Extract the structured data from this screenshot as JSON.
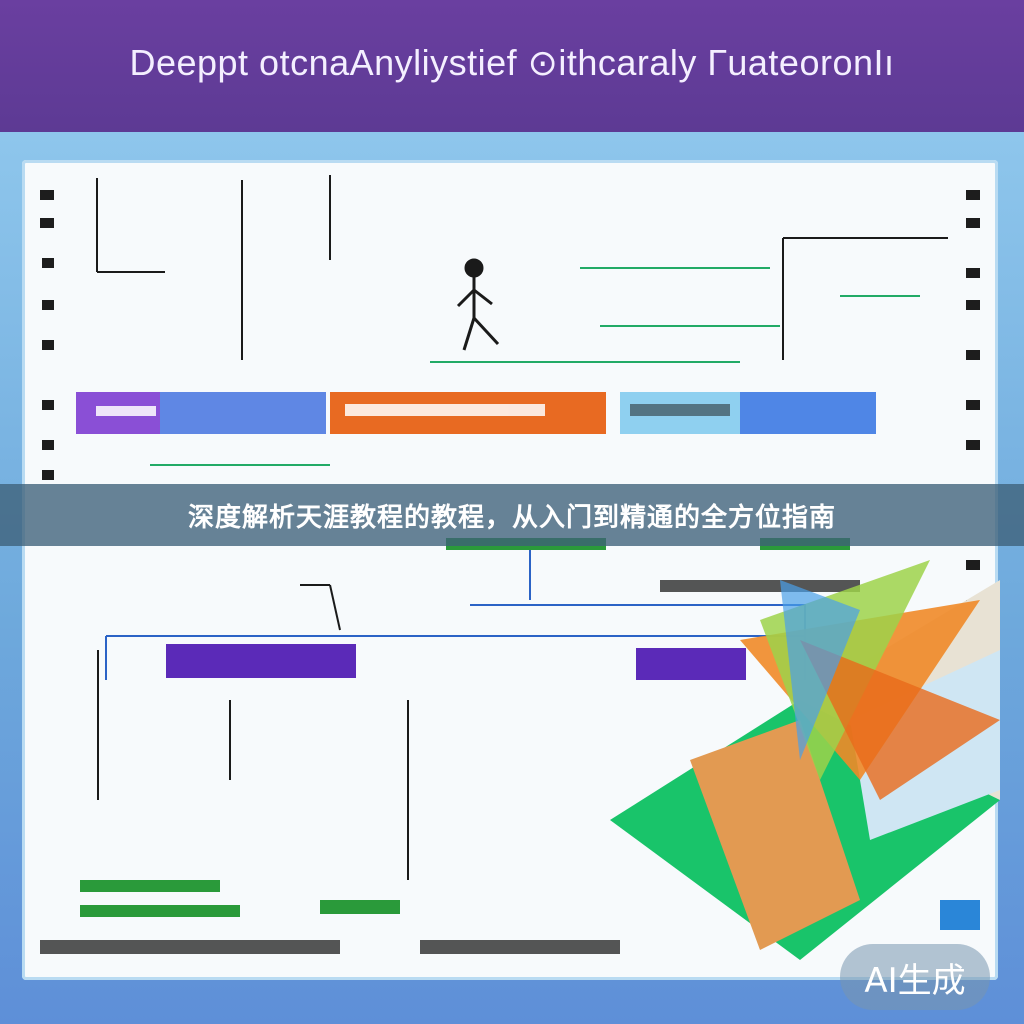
{
  "header": {
    "title": "Deeppt otcnaAnyliystief ⊙ithcaraly ГuateoronIı"
  },
  "banner": {
    "text": "深度解析天涯教程的教程，从入门到精通的全方位指南"
  },
  "watermark": {
    "text": "AI生成"
  },
  "colors": {
    "header_purple": "#6a3fa0",
    "frame_blue": "#7aa6d6",
    "banner_bg": "#3d6078",
    "purple_bar": "#8a4fd6",
    "orange_bar": "#e86a22",
    "blue_bar": "#4f86e6",
    "green_panel": "#19c46a"
  },
  "illustration": {
    "elements": [
      "flowchart-diagram",
      "figure-icon",
      "colored-header-bars",
      "3d-isometric-scene"
    ]
  }
}
